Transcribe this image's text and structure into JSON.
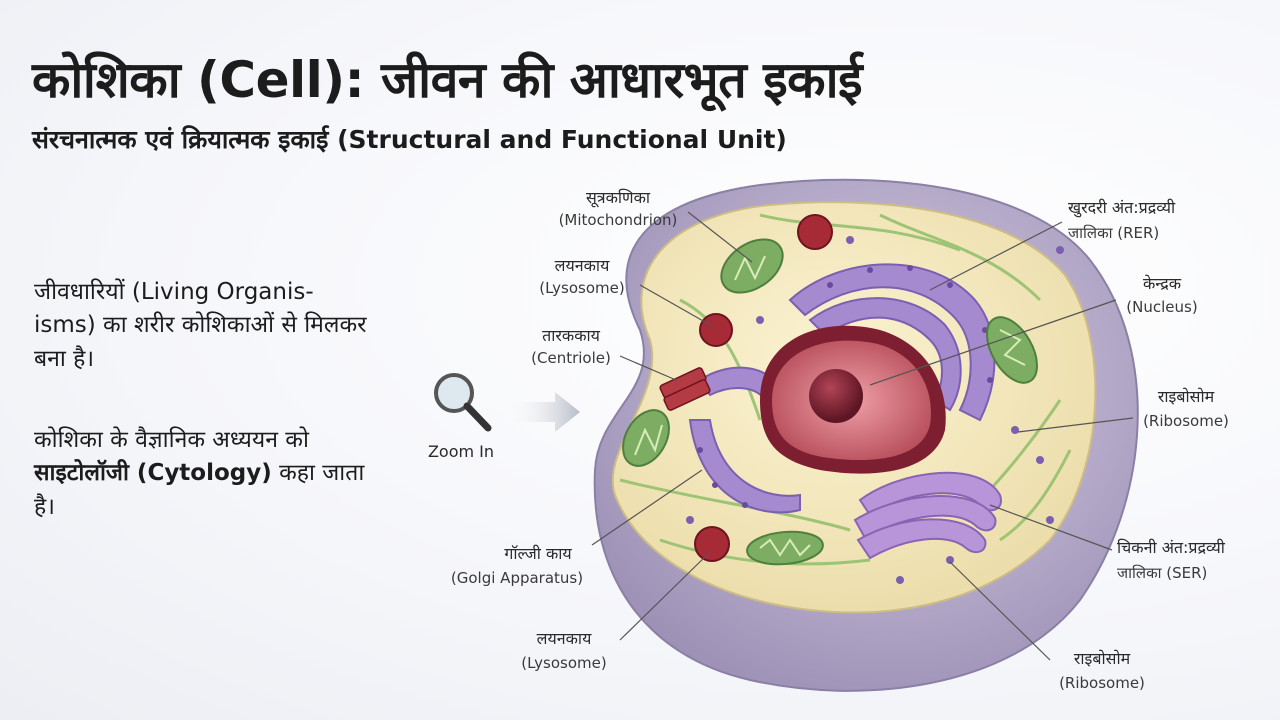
{
  "header": {
    "title": "कोशिका (Cell): जीवन की आधारभूत इकाई",
    "subtitle": "संरचनात्मक एवं क्रियात्मक इकाई (Structural and Functional Unit)"
  },
  "body": {
    "para1": "जीवधारियों (Living Organis- isms) का शरीर कोशिकाओं से मिलकर बना है।",
    "para2_pre": "कोशिका के वैज्ञानिक अध्ययन को ",
    "para2_bold": "साइटोलॉजी (Cytology)",
    "para2_post": " कहा जाता है।"
  },
  "zoom": {
    "label": "Zoom In",
    "icon": "magnifier-icon"
  },
  "labels": {
    "mitochondrion": {
      "hi": "सूत्रकणिका",
      "en": "(Mitochondrion)"
    },
    "lysosome_top": {
      "hi": "लयनकाय",
      "en": "(Lysosome)"
    },
    "centriole": {
      "hi": "तारककाय",
      "en": "(Centriole)"
    },
    "golgi": {
      "hi": "गॉल्जी काय",
      "en": "(Golgi Apparatus)"
    },
    "lysosome_bottom": {
      "hi": "लयनकाय",
      "en": "(Lysosome)"
    },
    "rer": {
      "hi": "खुरदरी अंत:प्रद्रव्यी",
      "en": "जालिका (RER)"
    },
    "nucleus": {
      "hi": "केन्द्रक",
      "en": "(Nucleus)"
    },
    "ribosome_right": {
      "hi": "राइबोसोम",
      "en": "(Ribosome)"
    },
    "ser": {
      "hi": "चिकनी अंत:प्रद्रव्यी",
      "en": "जालिका (SER)"
    },
    "ribosome_bottom": {
      "hi": "राइबोसोम",
      "en": "(Ribosome)"
    }
  },
  "colors": {
    "membrane": "#b3a8c8",
    "cytoplasm": "#f3e9bf",
    "nucleus": "#8e2a3a",
    "er": "#9a7fc4",
    "mitochondria": "#7cad62"
  }
}
